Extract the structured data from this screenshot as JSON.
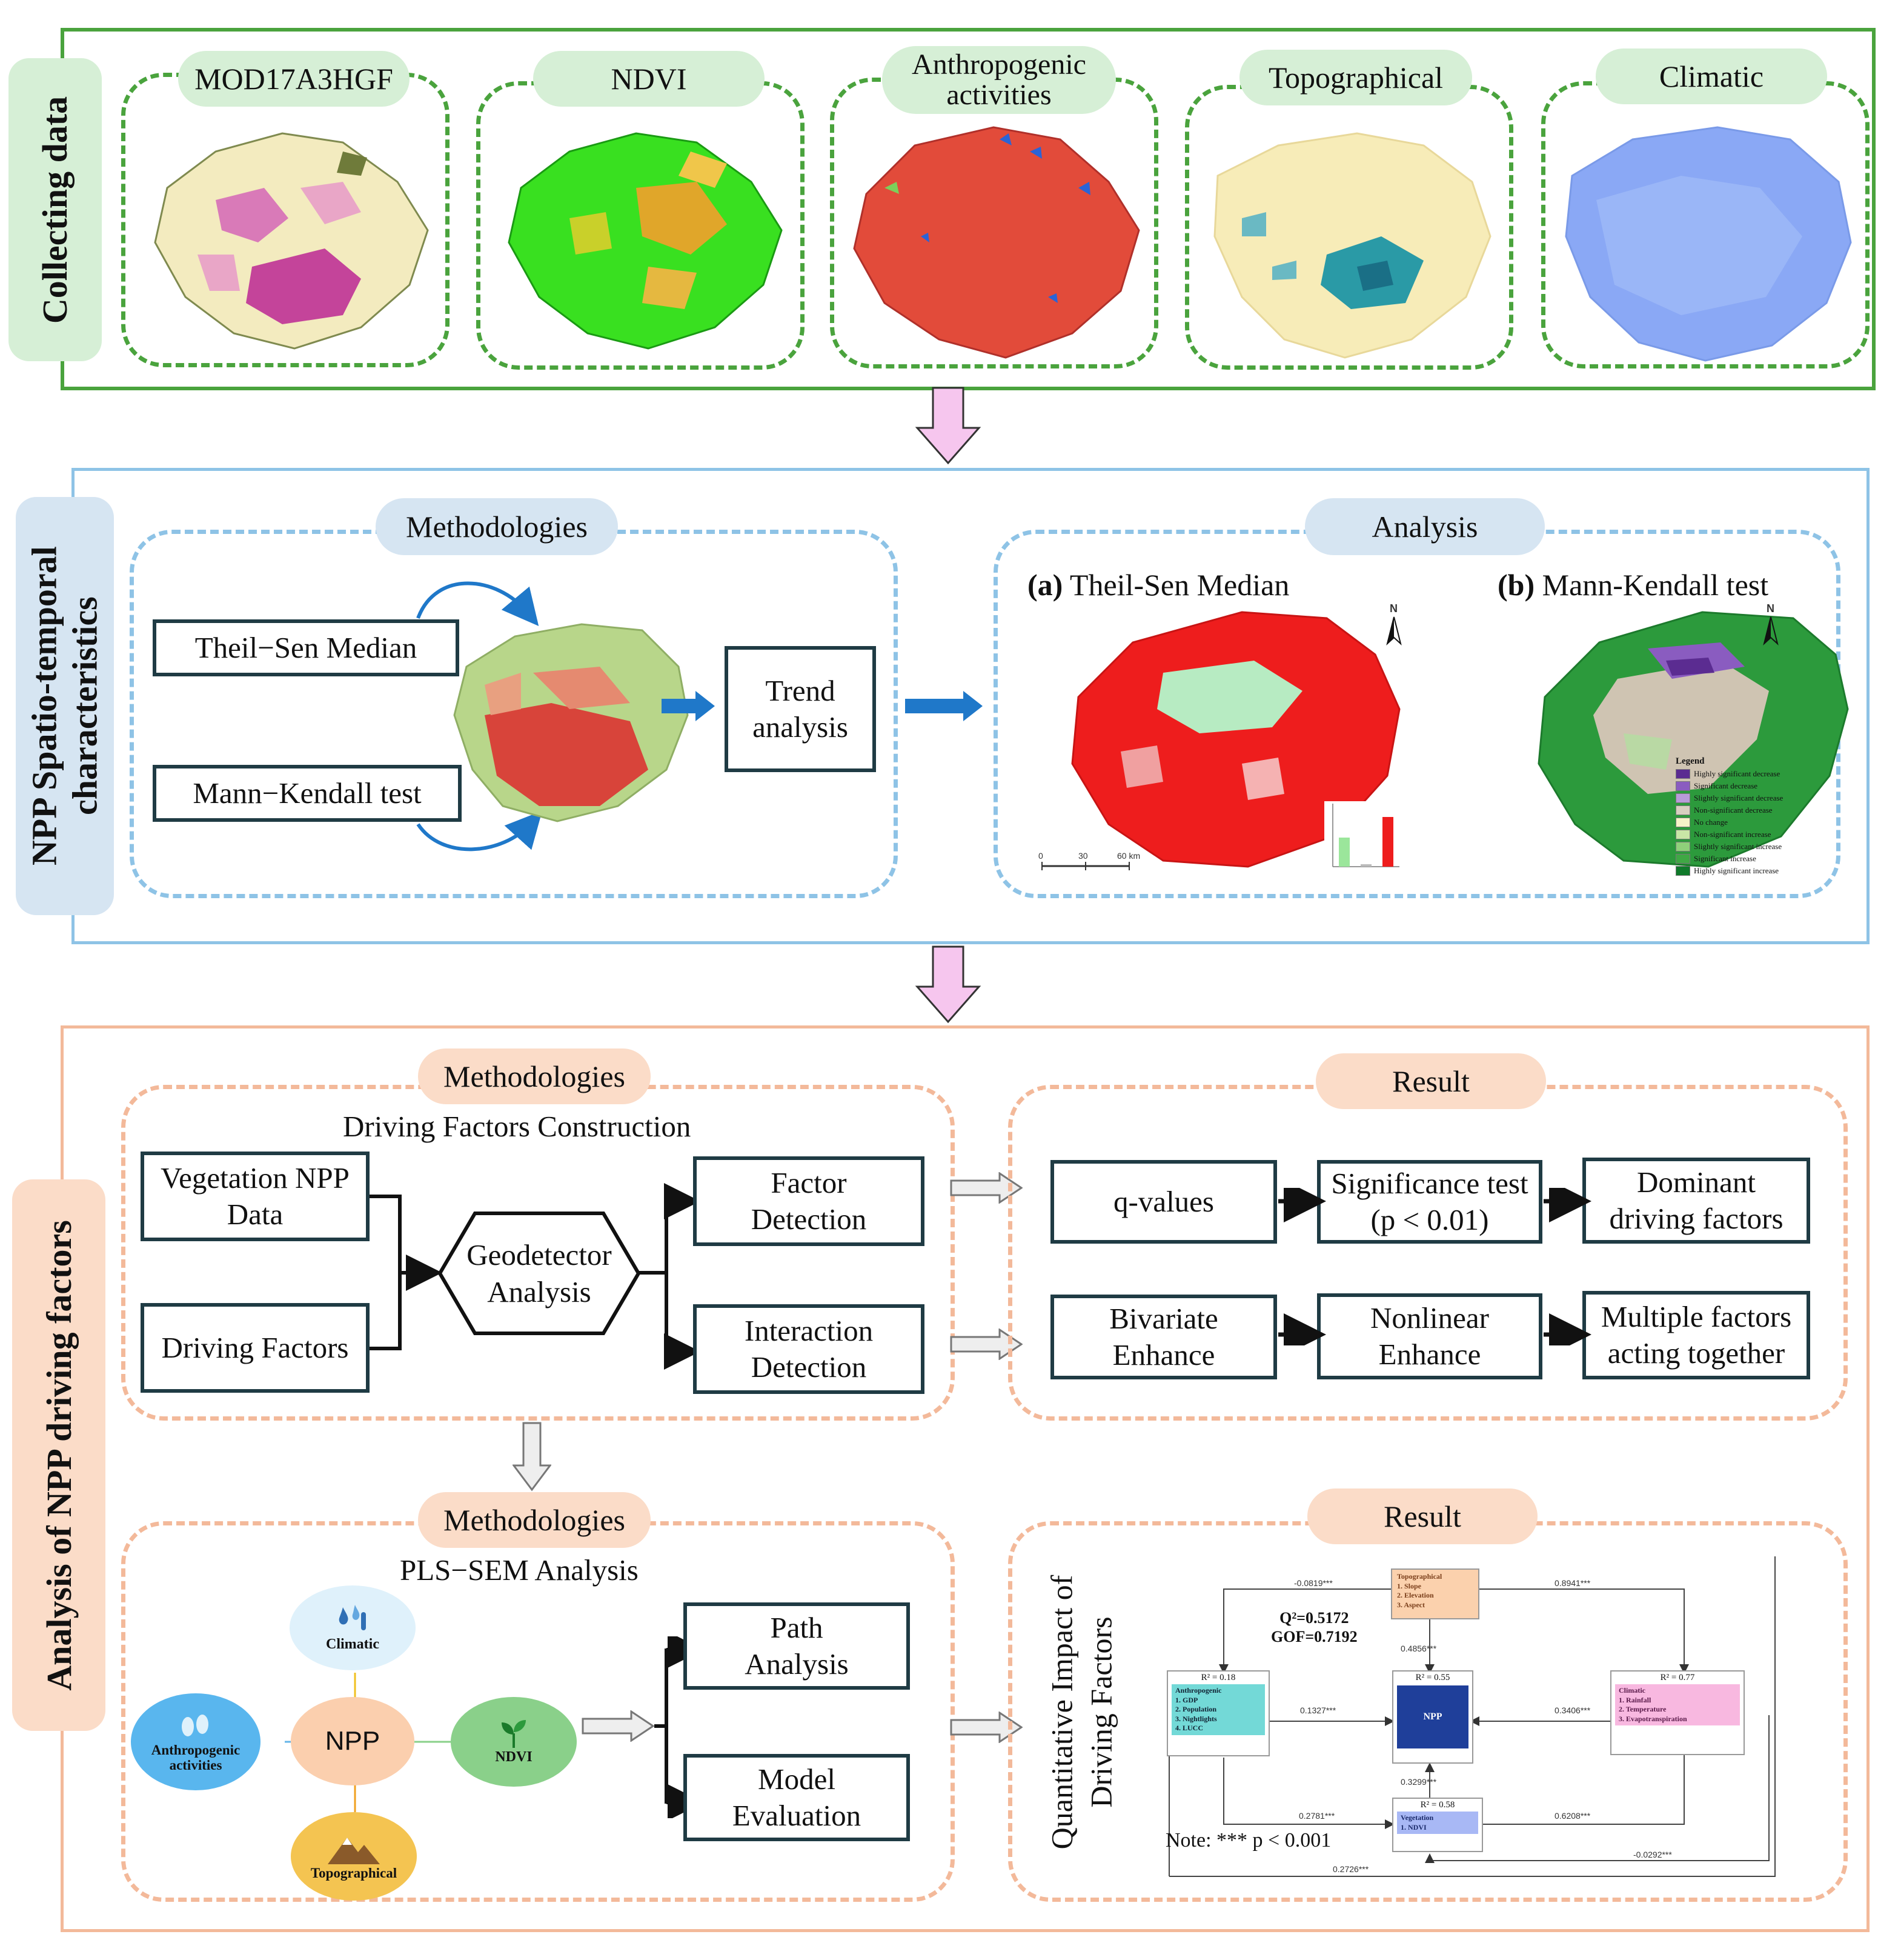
{
  "colors": {
    "green_border": "#4aa33d",
    "blue_border": "#8ec3e6",
    "orange_border": "#f3b99a",
    "green_pill": "#d6efd6",
    "blue_pill": "#d6e5f2",
    "orange_pill": "#fbdcc8",
    "arrow_pink": "#f6c6ee",
    "arrow_blue": "#1f78c9",
    "arrow_grey": "#eeeeee"
  },
  "section1": {
    "side_label": "Collecting  data",
    "panels": [
      {
        "label": "MOD17A3HGF"
      },
      {
        "label": "NDVI"
      },
      {
        "label": "Anthropogenic activities"
      },
      {
        "label": "Topographical"
      },
      {
        "label": "Climatic"
      }
    ]
  },
  "section2": {
    "side_label_line1": "NPP Spatio-temporal",
    "side_label_line2": "characteristics",
    "methodologies": {
      "pill": "Methodologies",
      "box_theil": "Theil−Sen Median",
      "box_mk": "Mann−Kendall test",
      "box_trend": "Trend analysis"
    },
    "analysis": {
      "pill": "Analysis",
      "a_tag": "(a)",
      "a_title": "Theil-Sen Median",
      "b_tag": "(b)",
      "b_title": "Mann-Kendall test",
      "north": "N",
      "scale_labels": [
        "0",
        "30",
        "60 km"
      ],
      "legend_title": "Legend",
      "legend_items": [
        {
          "label": "Highly significant decrease",
          "color": "#5b2c91"
        },
        {
          "label": "Significant decrease",
          "color": "#8a5cc0"
        },
        {
          "label": "Slightly significant decrease",
          "color": "#b89bd8"
        },
        {
          "label": "Non-significant decrease",
          "color": "#d8cfc0"
        },
        {
          "label": "No change",
          "color": "#f6f3c8"
        },
        {
          "label": "Non-significant increase",
          "color": "#c9e6a6"
        },
        {
          "label": "Slightly significant increase",
          "color": "#8fd07a"
        },
        {
          "label": "Significant increase",
          "color": "#3fa844"
        },
        {
          "label": "Highly significant increase",
          "color": "#0f7a2a"
        }
      ]
    }
  },
  "section3": {
    "side_label": "Analysis of  NPP driving factors",
    "geo": {
      "pill": "Methodologies",
      "subtitle": "Driving Factors Construction",
      "box_veg": "Vegetation NPP\nData",
      "box_drv": "Driving Factors",
      "hex": "Geodetector\nAnalysis",
      "box_factor": "Factor\nDetection",
      "box_inter": "Interaction\nDetection"
    },
    "result1": {
      "pill": "Result",
      "row1": [
        "q-values",
        "Significance test\n(p < 0.01)",
        "Dominant\ndriving factors"
      ],
      "row2": [
        "Bivariate\nEnhance",
        "Nonlinear\nEnhance",
        "Multiple factors\nacting together"
      ]
    },
    "pls": {
      "pill": "Methodologies",
      "subtitle": "PLS−SEM Analysis",
      "npp": "NPP",
      "climatic": "Climatic",
      "anthro": "Anthropogenic activities",
      "ndvi": "NDVI",
      "topo": "Topographical",
      "box_path": "Path\nAnalysis",
      "box_model": "Model\nEvaluation"
    },
    "result2": {
      "pill": "Result",
      "vertical_line1": "Quantitative Impact of",
      "vertical_line2": "Driving Factors",
      "q2": "Q²=0.5172",
      "gof": "GOF=0.7192",
      "note": "Note: *** p < 0.001",
      "topo_box": {
        "title": "Topographical",
        "items": [
          "1. Slope",
          "2. Elevation",
          "3. Aspect"
        ]
      },
      "anthro_box": {
        "r2": "R² = 0.18",
        "title": "Anthropogenic",
        "items": [
          "1. GDP",
          "2. Population",
          "3. Nightlights",
          "4. LUCC"
        ]
      },
      "npp_box": {
        "r2": "R² = 0.55",
        "title": "NPP"
      },
      "climatic_box": {
        "r2": "R² = 0.77",
        "title": "Climatic",
        "items": [
          "1. Rainfall",
          "2. Temperature",
          "3. Evapotranspiration"
        ]
      },
      "veg_box": {
        "r2": "R² = 0.58",
        "title": "Vegetation",
        "items": [
          "1. NDVI"
        ]
      },
      "coefs": {
        "topo_anthro": "-0.0819***",
        "topo_clim": "0.8941***",
        "topo_npp": "0.4856***",
        "anthro_npp": "0.1327***",
        "clim_npp": "0.3406***",
        "veg_npp": "0.3299***",
        "anthro_veg": "0.2781***",
        "clim_veg": "0.6208***",
        "bottom_left": "0.2726***",
        "bottom_right": "-0.0292***"
      }
    }
  }
}
